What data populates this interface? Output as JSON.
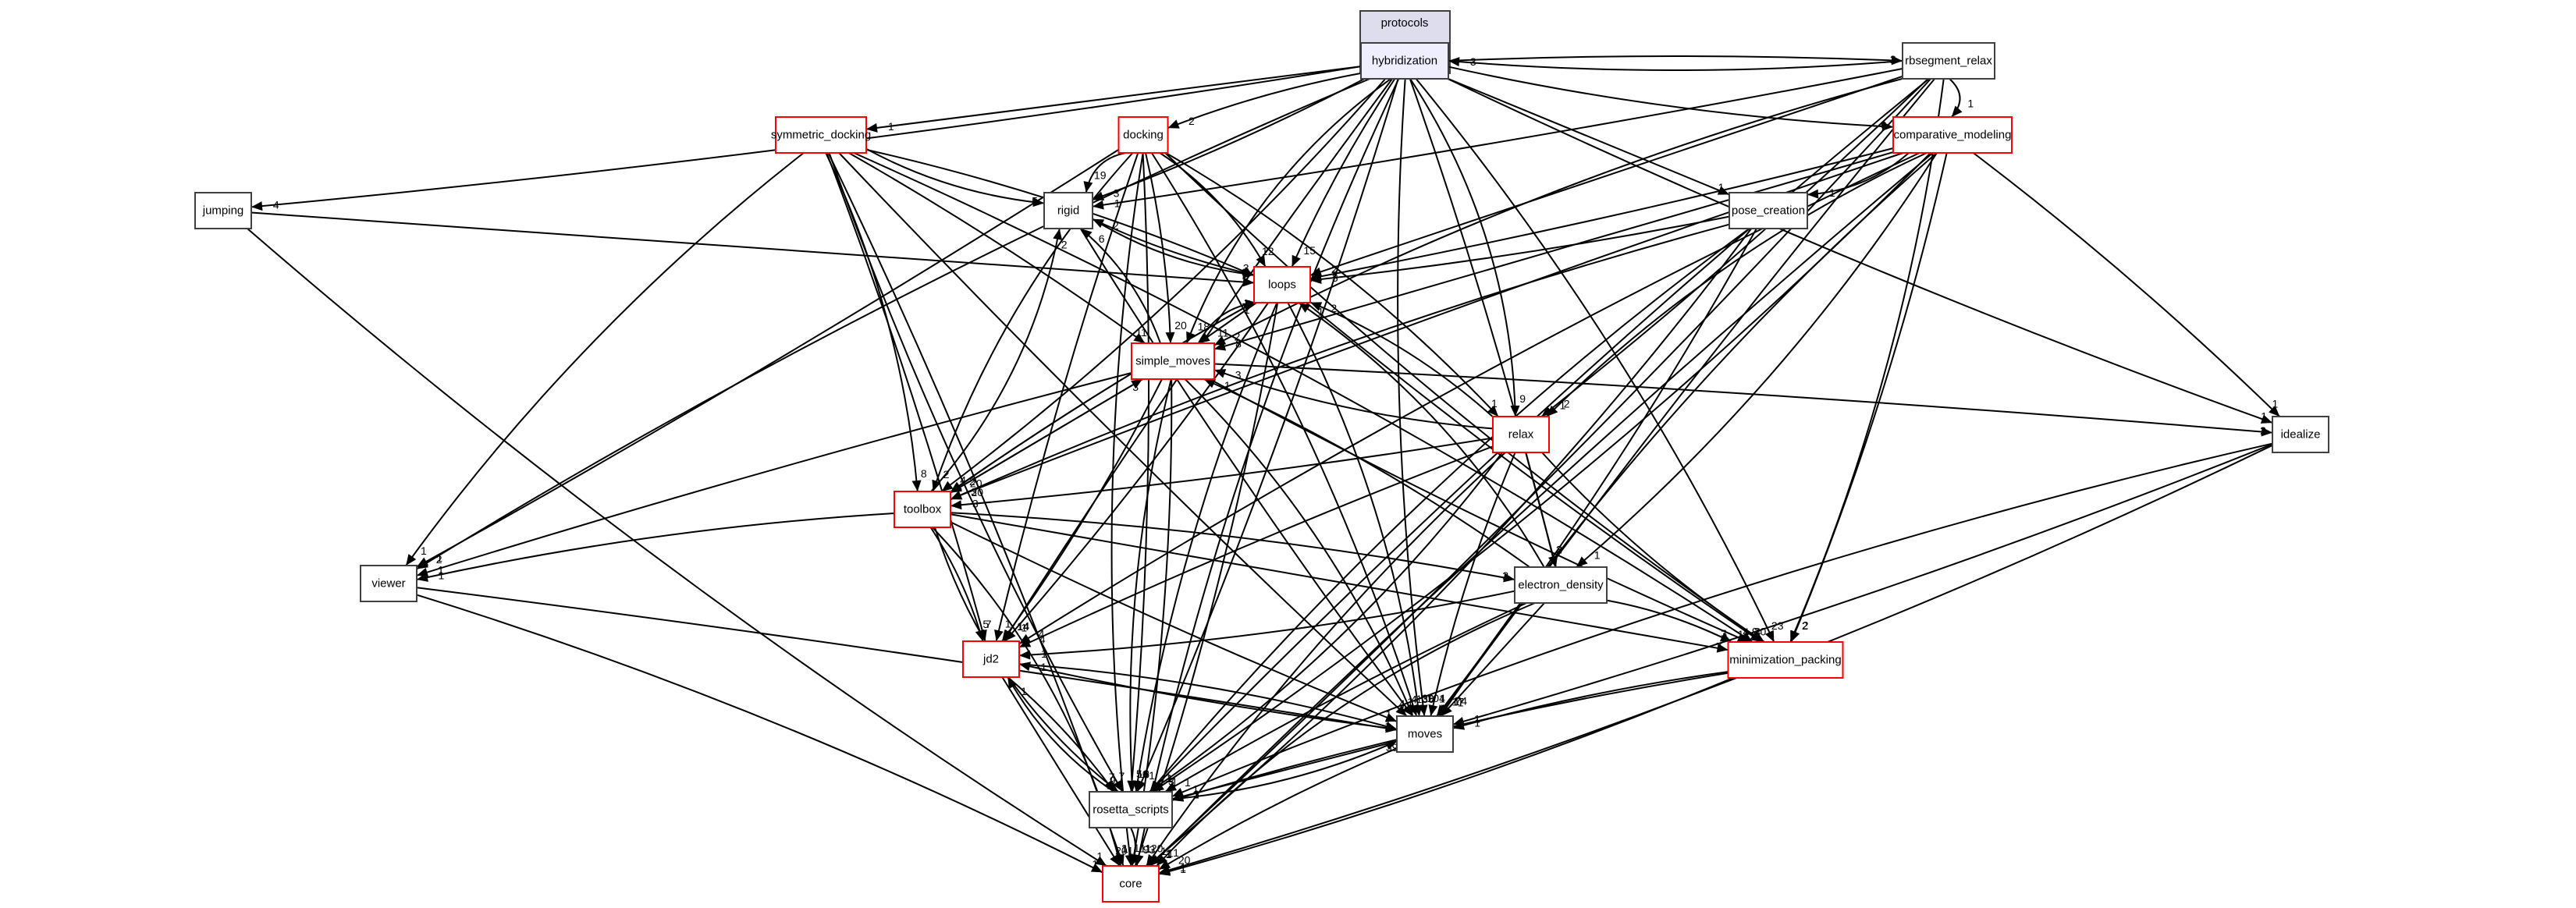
{
  "diagram": {
    "type": "directory-dependency-graph",
    "cluster": {
      "label": "protocols"
    },
    "focus_node": "hybridization",
    "colors": {
      "cluster_fill": "#ddddee",
      "focus_fill": "#eeeeff",
      "red_border": "#ff0000",
      "default_border": "#404040"
    },
    "nodes": [
      {
        "id": "hybridization",
        "label": "hybridization",
        "style": "focus"
      },
      {
        "id": "rbsegment_relax",
        "label": "rbsegment_relax",
        "style": "black"
      },
      {
        "id": "symmetric_docking",
        "label": "symmetric_docking",
        "style": "red"
      },
      {
        "id": "docking",
        "label": "docking",
        "style": "red"
      },
      {
        "id": "comparative_modeling",
        "label": "comparative_modeling",
        "style": "red"
      },
      {
        "id": "jumping",
        "label": "jumping",
        "style": "black"
      },
      {
        "id": "rigid",
        "label": "rigid",
        "style": "black"
      },
      {
        "id": "pose_creation",
        "label": "pose_creation",
        "style": "black"
      },
      {
        "id": "loops",
        "label": "loops",
        "style": "red"
      },
      {
        "id": "simple_moves",
        "label": "simple_moves",
        "style": "red"
      },
      {
        "id": "relax",
        "label": "relax",
        "style": "red"
      },
      {
        "id": "idealize",
        "label": "idealize",
        "style": "black"
      },
      {
        "id": "toolbox",
        "label": "toolbox",
        "style": "red"
      },
      {
        "id": "viewer",
        "label": "viewer",
        "style": "black"
      },
      {
        "id": "electron_density",
        "label": "electron_density",
        "style": "black"
      },
      {
        "id": "jd2",
        "label": "jd2",
        "style": "red"
      },
      {
        "id": "minimization_packing",
        "label": "minimization_packing",
        "style": "red"
      },
      {
        "id": "moves",
        "label": "moves",
        "style": "black"
      },
      {
        "id": "rosetta_scripts",
        "label": "rosetta_scripts",
        "style": "black"
      },
      {
        "id": "core",
        "label": "core",
        "style": "red"
      }
    ],
    "edges": [
      {
        "from": "rbsegment_relax",
        "to": "hybridization",
        "label": "3"
      },
      {
        "from": "hybridization",
        "to": "rbsegment_relax",
        "label": "2"
      },
      {
        "from": "hybridization",
        "to": "symmetric_docking",
        "label": "1"
      },
      {
        "from": "hybridization",
        "to": "docking",
        "label": "2"
      },
      {
        "from": "hybridization",
        "to": "comparative_modeling",
        "label": "6"
      },
      {
        "from": "hybridization",
        "to": "jumping",
        "label": "4"
      },
      {
        "from": "hybridization",
        "to": "rigid",
        "label": "3"
      },
      {
        "from": "hybridization",
        "to": "pose_creation",
        "label": "1"
      },
      {
        "from": "hybridization",
        "to": "loops",
        "label": "15"
      },
      {
        "from": "hybridization",
        "to": "simple_moves",
        "label": "18"
      },
      {
        "from": "hybridization",
        "to": "relax",
        "label": "9"
      },
      {
        "from": "hybridization",
        "to": "idealize",
        "label": "1"
      },
      {
        "from": "hybridization",
        "to": "toolbox",
        "label": "4"
      },
      {
        "from": "hybridization",
        "to": "viewer",
        "label": "2"
      },
      {
        "from": "hybridization",
        "to": "electron_density",
        "label": "2"
      },
      {
        "from": "hybridization",
        "to": "jd2",
        "label": "14"
      },
      {
        "from": "hybridization",
        "to": "minimization_packing",
        "label": "23"
      },
      {
        "from": "hybridization",
        "to": "moves",
        "label": "104"
      },
      {
        "from": "hybridization",
        "to": "rosetta_scripts",
        "label": "1"
      },
      {
        "from": "hybridization",
        "to": "core",
        "label": "120"
      },
      {
        "from": "rbsegment_relax",
        "to": "comparative_modeling",
        "label": "1"
      },
      {
        "from": "rbsegment_relax",
        "to": "rigid",
        "label": "1"
      },
      {
        "from": "rbsegment_relax",
        "to": "loops",
        "label": "2"
      },
      {
        "from": "rbsegment_relax",
        "to": "simple_moves",
        "label": "2"
      },
      {
        "from": "rbsegment_relax",
        "to": "relax",
        "label": "1"
      },
      {
        "from": "rbsegment_relax",
        "to": "moves",
        "label": "1"
      },
      {
        "from": "rbsegment_relax",
        "to": "minimization_packing",
        "label": "2"
      },
      {
        "from": "rbsegment_relax",
        "to": "rosetta_scripts",
        "label": "1"
      },
      {
        "from": "rbsegment_relax",
        "to": "core",
        "label": "1"
      },
      {
        "from": "symmetric_docking",
        "to": "rigid",
        "label": "5"
      },
      {
        "from": "symmetric_docking",
        "to": "loops",
        "label": "3"
      },
      {
        "from": "symmetric_docking",
        "to": "simple_moves",
        "label": "11"
      },
      {
        "from": "symmetric_docking",
        "to": "toolbox",
        "label": "8"
      },
      {
        "from": "symmetric_docking",
        "to": "viewer",
        "label": "1"
      },
      {
        "from": "symmetric_docking",
        "to": "jd2",
        "label": "7"
      },
      {
        "from": "symmetric_docking",
        "to": "moves",
        "label": "4"
      },
      {
        "from": "symmetric_docking",
        "to": "minimization_packing",
        "label": "4"
      },
      {
        "from": "symmetric_docking",
        "to": "rosetta_scripts",
        "label": "7"
      },
      {
        "from": "symmetric_docking",
        "to": "core",
        "label": "1"
      },
      {
        "from": "docking",
        "to": "rigid",
        "label": "19"
      },
      {
        "from": "docking",
        "to": "loops",
        "label": "12"
      },
      {
        "from": "docking",
        "to": "simple_moves",
        "label": "20"
      },
      {
        "from": "docking",
        "to": "relax",
        "label": "1"
      },
      {
        "from": "docking",
        "to": "toolbox",
        "label": "2"
      },
      {
        "from": "docking",
        "to": "viewer",
        "label": "1"
      },
      {
        "from": "docking",
        "to": "jd2",
        "label": "1"
      },
      {
        "from": "docking",
        "to": "moves",
        "label": "136"
      },
      {
        "from": "docking",
        "to": "minimization_packing",
        "label": "20"
      },
      {
        "from": "docking",
        "to": "rosetta_scripts",
        "label": "16"
      },
      {
        "from": "docking",
        "to": "core",
        "label": "1"
      },
      {
        "from": "comparative_modeling",
        "to": "pose_creation",
        "label": "1"
      },
      {
        "from": "comparative_modeling",
        "to": "loops",
        "label": "2"
      },
      {
        "from": "comparative_modeling",
        "to": "simple_moves",
        "label": "8"
      },
      {
        "from": "comparative_modeling",
        "to": "relax",
        "label": "2"
      },
      {
        "from": "comparative_modeling",
        "to": "idealize",
        "label": "1"
      },
      {
        "from": "comparative_modeling",
        "to": "toolbox",
        "label": "20"
      },
      {
        "from": "comparative_modeling",
        "to": "electron_density",
        "label": "1"
      },
      {
        "from": "comparative_modeling",
        "to": "jd2",
        "label": "4"
      },
      {
        "from": "comparative_modeling",
        "to": "minimization_packing",
        "label": "2"
      },
      {
        "from": "comparative_modeling",
        "to": "moves",
        "label": "74"
      },
      {
        "from": "comparative_modeling",
        "to": "rosetta_scripts",
        "label": "1"
      },
      {
        "from": "comparative_modeling",
        "to": "core",
        "label": "1"
      },
      {
        "from": "jumping",
        "to": "loops",
        "label": "1"
      },
      {
        "from": "jumping",
        "to": "core",
        "label": "1"
      },
      {
        "from": "rigid",
        "to": "loops",
        "label": "8"
      },
      {
        "from": "rigid",
        "to": "moves",
        "label": "1"
      },
      {
        "from": "pose_creation",
        "to": "loops",
        "label": "3"
      },
      {
        "from": "pose_creation",
        "to": "toolbox",
        "label": "3"
      },
      {
        "from": "pose_creation",
        "to": "moves",
        "label": "17"
      },
      {
        "from": "pose_creation",
        "to": "rosetta_scripts",
        "label": "1"
      },
      {
        "from": "pose_creation",
        "to": "core",
        "label": "1"
      },
      {
        "from": "loops",
        "to": "rigid",
        "label": "2"
      },
      {
        "from": "loops",
        "to": "simple_moves",
        "label": "11"
      },
      {
        "from": "loops",
        "to": "toolbox",
        "label": "2"
      },
      {
        "from": "loops",
        "to": "jd2",
        "label": "1"
      },
      {
        "from": "loops",
        "to": "minimization_packing",
        "label": "9"
      },
      {
        "from": "loops",
        "to": "moves",
        "label": "39"
      },
      {
        "from": "loops",
        "to": "rosetta_scripts",
        "label": "8"
      },
      {
        "from": "loops",
        "to": "core",
        "label": "1"
      },
      {
        "from": "simple_moves",
        "to": "rigid",
        "label": "6"
      },
      {
        "from": "simple_moves",
        "to": "loops",
        "label": "7"
      },
      {
        "from": "simple_moves",
        "to": "idealize",
        "label": "2"
      },
      {
        "from": "simple_moves",
        "to": "toolbox",
        "label": "20"
      },
      {
        "from": "simple_moves",
        "to": "viewer",
        "label": "1"
      },
      {
        "from": "simple_moves",
        "to": "jd2",
        "label": "14"
      },
      {
        "from": "simple_moves",
        "to": "minimization_packing",
        "label": "12"
      },
      {
        "from": "simple_moves",
        "to": "moves",
        "label": "4"
      },
      {
        "from": "simple_moves",
        "to": "rosetta_scripts",
        "label": "56"
      },
      {
        "from": "simple_moves",
        "to": "core",
        "label": "1"
      },
      {
        "from": "relax",
        "to": "loops",
        "label": "2"
      },
      {
        "from": "relax",
        "to": "simple_moves",
        "label": "3"
      },
      {
        "from": "relax",
        "to": "toolbox",
        "label": "3"
      },
      {
        "from": "relax",
        "to": "electron_density",
        "label": "3"
      },
      {
        "from": "relax",
        "to": "jd2",
        "label": "4"
      },
      {
        "from": "relax",
        "to": "minimization_packing",
        "label": "4"
      },
      {
        "from": "relax",
        "to": "moves",
        "label": "1"
      },
      {
        "from": "relax",
        "to": "rosetta_scripts",
        "label": "3"
      },
      {
        "from": "relax",
        "to": "core",
        "label": "1"
      },
      {
        "from": "idealize",
        "to": "moves",
        "label": "1"
      },
      {
        "from": "idealize",
        "to": "rosetta_scripts",
        "label": "1"
      },
      {
        "from": "idealize",
        "to": "core",
        "label": "1"
      },
      {
        "from": "toolbox",
        "to": "loops",
        "label": "1"
      },
      {
        "from": "toolbox",
        "to": "simple_moves",
        "label": "3"
      },
      {
        "from": "toolbox",
        "to": "rigid",
        "label": "2"
      },
      {
        "from": "toolbox",
        "to": "viewer",
        "label": "1"
      },
      {
        "from": "toolbox",
        "to": "electron_density",
        "label": "2"
      },
      {
        "from": "toolbox",
        "to": "jd2",
        "label": "5"
      },
      {
        "from": "toolbox",
        "to": "minimization_packing",
        "label": "7"
      },
      {
        "from": "toolbox",
        "to": "moves",
        "label": "1"
      },
      {
        "from": "toolbox",
        "to": "rosetta_scripts",
        "label": "9"
      },
      {
        "from": "toolbox",
        "to": "core",
        "label": "1"
      },
      {
        "from": "viewer",
        "to": "moves",
        "label": "1"
      },
      {
        "from": "viewer",
        "to": "core",
        "label": "1"
      },
      {
        "from": "electron_density",
        "to": "loops",
        "label": "1"
      },
      {
        "from": "electron_density",
        "to": "simple_moves",
        "label": "1"
      },
      {
        "from": "electron_density",
        "to": "jd2",
        "label": "1"
      },
      {
        "from": "electron_density",
        "to": "minimization_packing",
        "label": "3"
      },
      {
        "from": "electron_density",
        "to": "moves",
        "label": "1"
      },
      {
        "from": "electron_density",
        "to": "rosetta_scripts",
        "label": "1"
      },
      {
        "from": "electron_density",
        "to": "core",
        "label": "1"
      },
      {
        "from": "jd2",
        "to": "moves",
        "label": "1"
      },
      {
        "from": "jd2",
        "to": "rosetta_scripts",
        "label": "7"
      },
      {
        "from": "jd2",
        "to": "core",
        "label": "201"
      },
      {
        "from": "minimization_packing",
        "to": "moves",
        "label": "1"
      },
      {
        "from": "minimization_packing",
        "to": "rosetta_scripts",
        "label": "1"
      },
      {
        "from": "minimization_packing",
        "to": "core",
        "label": "1"
      },
      {
        "from": "moves",
        "to": "jd2",
        "label": "1"
      },
      {
        "from": "moves",
        "to": "rosetta_scripts",
        "label": "3"
      },
      {
        "from": "moves",
        "to": "core",
        "label": "20"
      },
      {
        "from": "rosetta_scripts",
        "to": "moves",
        "label": "39"
      },
      {
        "from": "rosetta_scripts",
        "to": "jd2",
        "label": "1"
      },
      {
        "from": "rosetta_scripts",
        "to": "core",
        "label": "93"
      }
    ]
  }
}
